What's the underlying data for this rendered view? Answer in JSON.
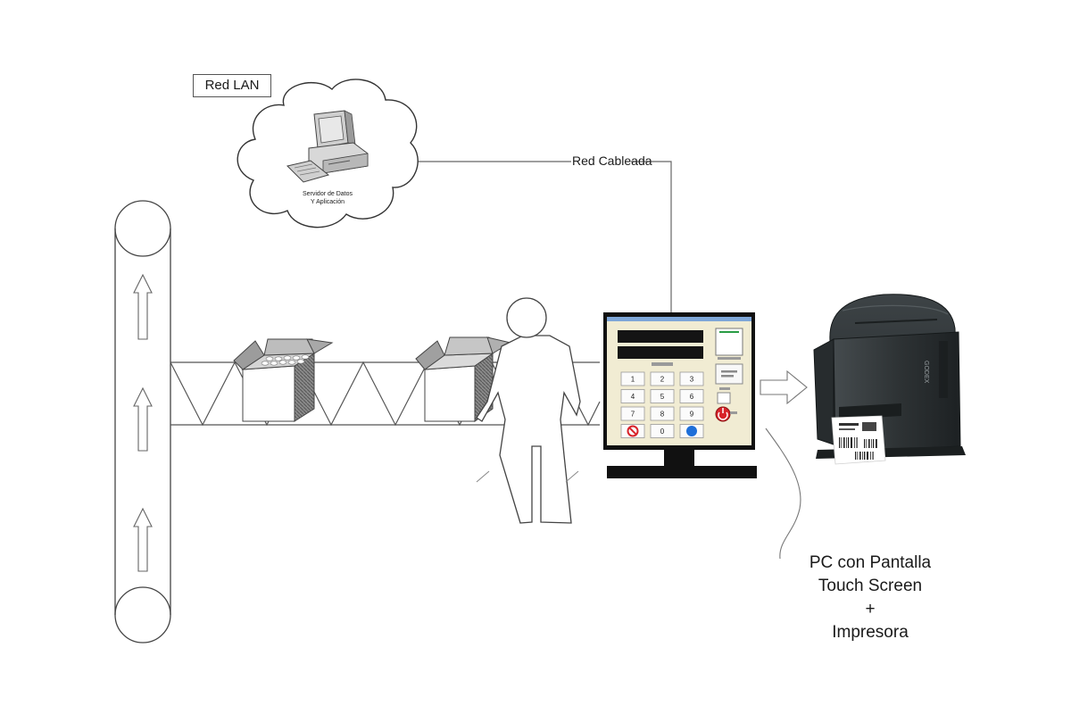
{
  "labels": {
    "lan": "Red LAN",
    "wired_network": "Red Cableada",
    "server_line1": "Servidor de Datos",
    "server_line2": "Y Aplicación",
    "pc_line1": "PC con Pantalla",
    "pc_line2": "Touch Screen",
    "pc_line3": "+",
    "pc_line4": "Impresora"
  },
  "keypad": {
    "keys": [
      "1",
      "2",
      "3",
      "4",
      "5",
      "6",
      "7",
      "8",
      "9",
      "",
      "0",
      ""
    ]
  },
  "printer": {
    "brand": "GODEX"
  },
  "colors": {
    "screen_bg": "#f1ecd3",
    "monitor_frame": "#111111",
    "printer_body": "#2f3436",
    "stop_red": "#d8232a",
    "ok_blue": "#1e6fd9"
  }
}
